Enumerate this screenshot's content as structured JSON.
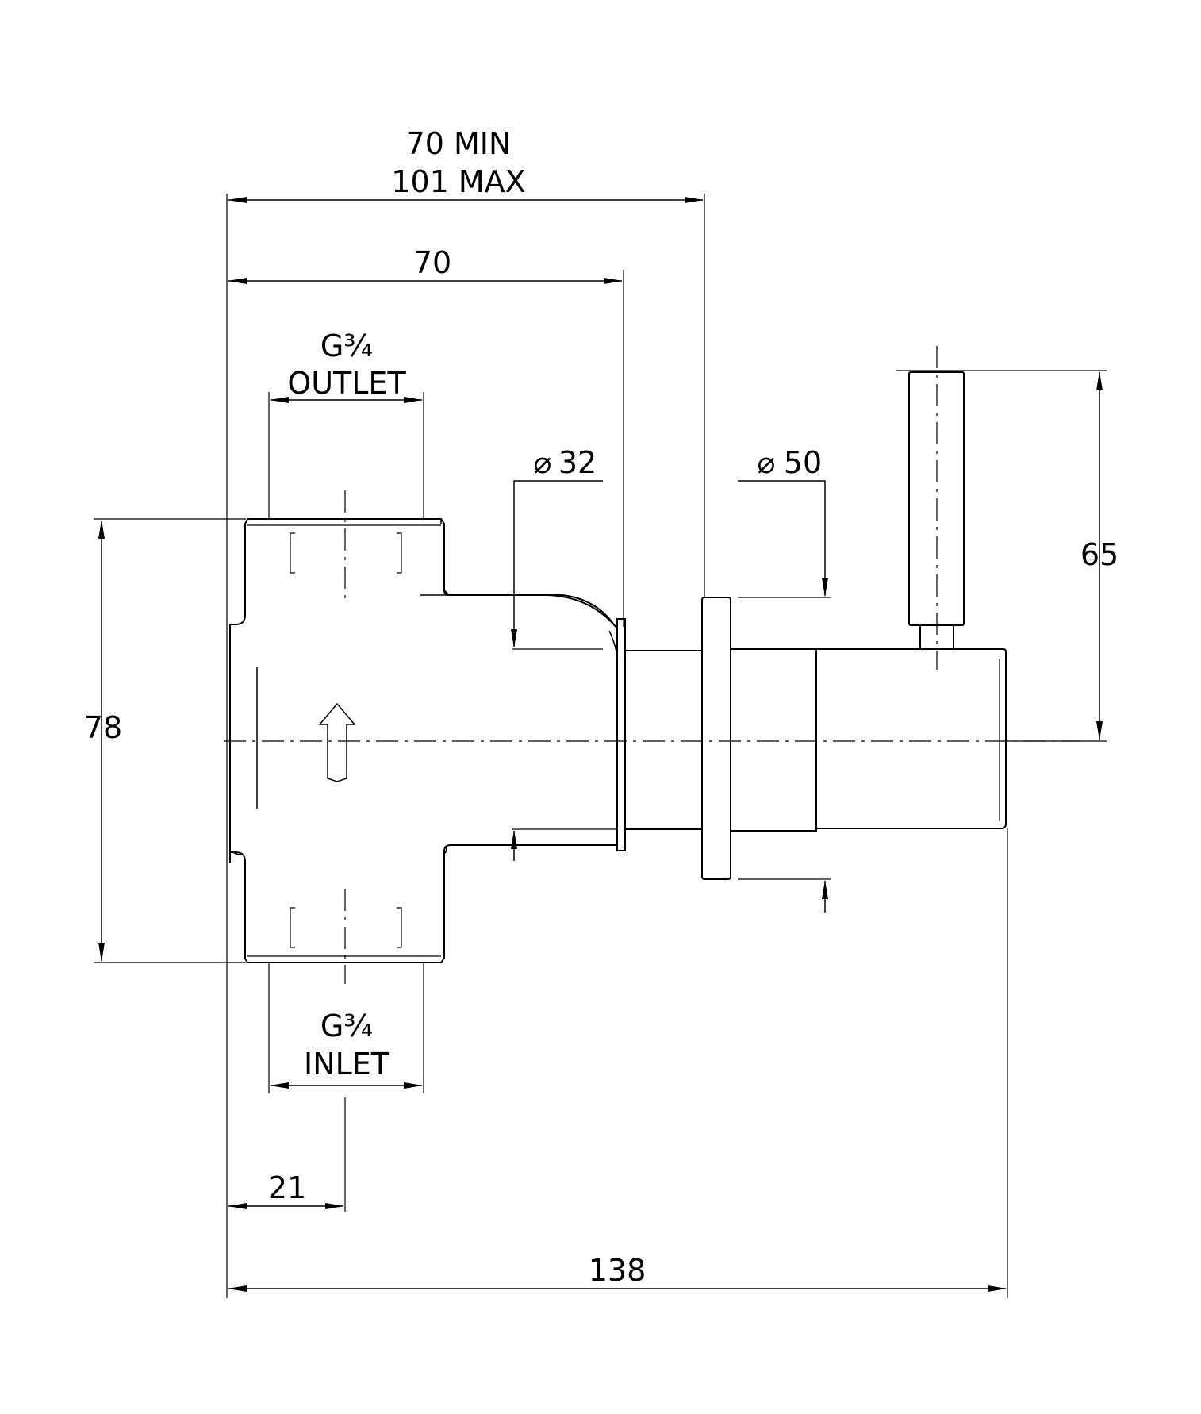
{
  "dimensions": {
    "overall_depth_range_min": "70 MIN",
    "overall_depth_range_max": "101 MAX",
    "body_depth": "70",
    "outlet_thread": "G¾",
    "outlet_label": "OUTLET",
    "inlet_thread": "G¾",
    "inlet_label": "INLET",
    "shaft_diameter": "32",
    "flange_diameter": "50",
    "handle_height": "65",
    "body_height": "78",
    "port_offset": "21",
    "overall_length": "138"
  },
  "symbols": {
    "diameter": "⌀"
  },
  "colors": {
    "line": "#000000",
    "background": "#ffffff"
  }
}
